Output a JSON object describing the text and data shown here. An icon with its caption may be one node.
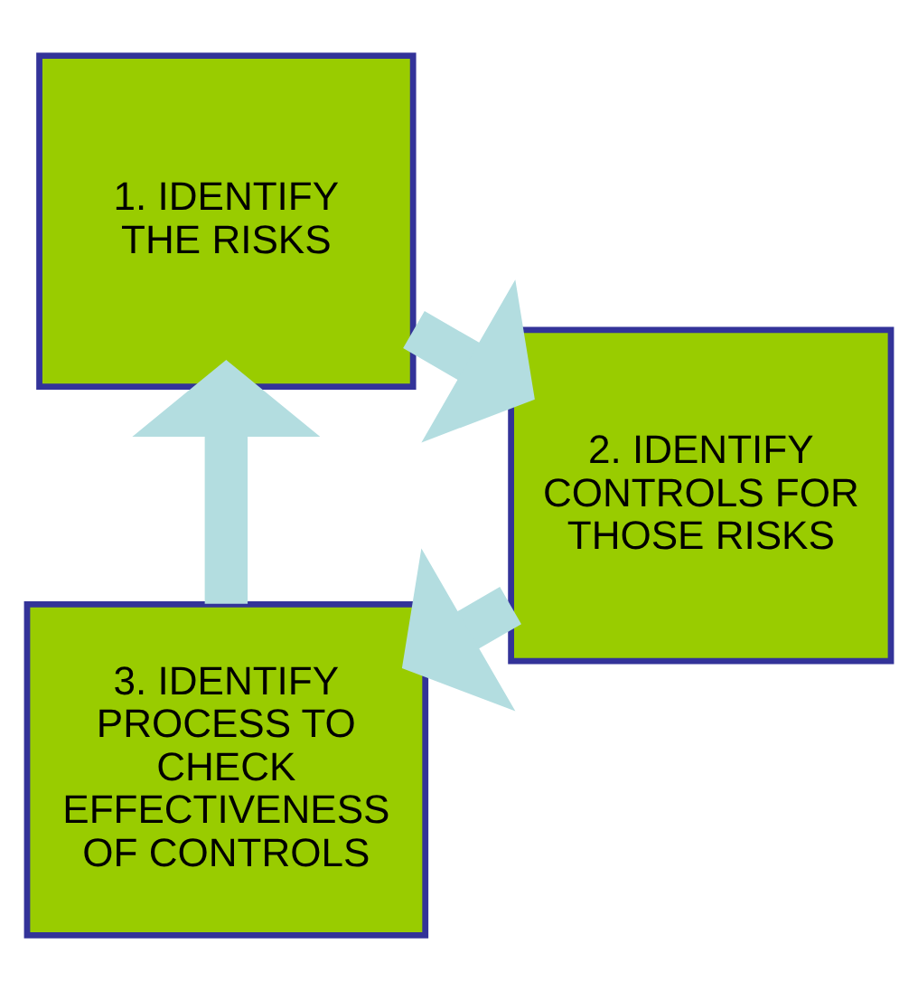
{
  "diagram": {
    "nodes": [
      {
        "text": [
          "3. IDENTIFY PROCESS TO CHECK EFFECTIVENESS OF CONTROLS"
        ]
      },
      {
        "text": [
          "1. IDENTIFY THE RISKS"
        ]
      },
      {
        "text": [
          "2. IDENTIFY CONTROLS FOR THOSE RISKS"
        ]
      }
    ],
    "edges": [
      {
        "from": 0,
        "to": 1,
        "arrow": "to"
      },
      {
        "from": 1,
        "to": 2,
        "arrow": "to"
      },
      {
        "from": 2,
        "to": 0,
        "arrow": "to"
      }
    ]
  }
}
